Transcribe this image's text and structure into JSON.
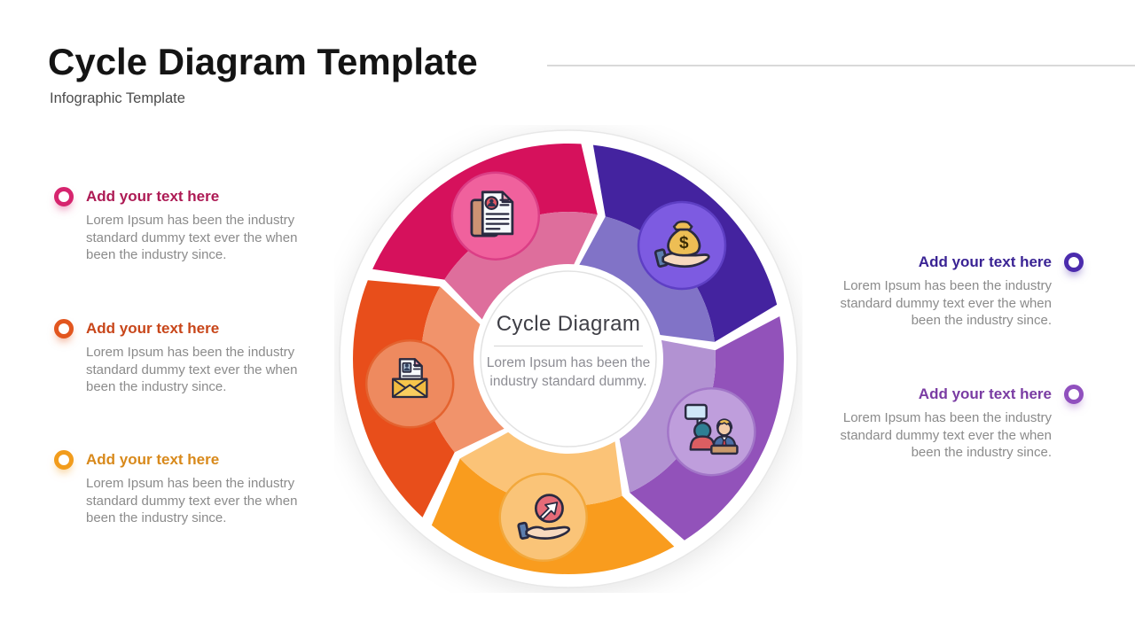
{
  "header": {
    "title": "Cycle Diagram Template",
    "subtitle": "Infographic Template"
  },
  "side_items": {
    "left": [
      {
        "heading": "Add your text here",
        "body": "Lorem Ipsum has been the industry standard dummy text ever the when been the industry since.",
        "heading_color": "#AD1A54",
        "ring_color": "#D6246E"
      },
      {
        "heading": "Add your text here",
        "body": "Lorem Ipsum has been the industry standard dummy text ever the when been the industry since.",
        "heading_color": "#C8461A",
        "ring_color": "#E2561F"
      },
      {
        "heading": "Add your text here",
        "body": "Lorem Ipsum has been the industry standard dummy text ever the when been the industry since.",
        "heading_color": "#D8891B",
        "ring_color": "#F29C1C"
      }
    ],
    "right": [
      {
        "heading": "Add your text here",
        "body": "Lorem Ipsum has been the industry standard dummy text ever the when been the industry since.",
        "heading_color": "#3A2394",
        "ring_color": "#4B2BAD"
      },
      {
        "heading": "Add your text here",
        "body": "Lorem Ipsum has been the industry standard dummy text ever the when been the industry since.",
        "heading_color": "#7A3CA3",
        "ring_color": "#9050BE"
      }
    ]
  },
  "wheel": {
    "center": {
      "title": "Cycle Diagram",
      "body": "Lorem Ipsum has been the industry standard dummy."
    },
    "segments": [
      {
        "id": "resume",
        "icon": "resume-icon",
        "icon_ref": "ic-resume",
        "colors": {
          "dark": "#D6115C",
          "light": "#DE6E9C",
          "circle": "#F0619D",
          "circle_stroke": "#DB3E86"
        }
      },
      {
        "id": "funding",
        "icon": "money-bag-icon",
        "icon_ref": "ic-money",
        "colors": {
          "dark": "#44239F",
          "light": "#8173C7",
          "circle": "#7D5BE1",
          "circle_stroke": "#5E3FC4"
        }
      },
      {
        "id": "discussion",
        "icon": "discussion-icon",
        "icon_ref": "ic-talk",
        "colors": {
          "dark": "#9252BA",
          "light": "#B292D2",
          "circle": "#BF9EDC",
          "circle_stroke": "#A276C8"
        }
      },
      {
        "id": "growth",
        "icon": "growth-arrow-icon",
        "icon_ref": "ic-growth",
        "colors": {
          "dark": "#F99C1E",
          "light": "#FBC377",
          "circle": "#FAC478",
          "circle_stroke": "#F2A83C"
        }
      },
      {
        "id": "mail",
        "icon": "mail-icon",
        "icon_ref": "ic-mail",
        "colors": {
          "dark": "#E84E1B",
          "light": "#F1936B",
          "circle": "#EE8A5F",
          "circle_stroke": "#E4632F"
        }
      }
    ]
  }
}
